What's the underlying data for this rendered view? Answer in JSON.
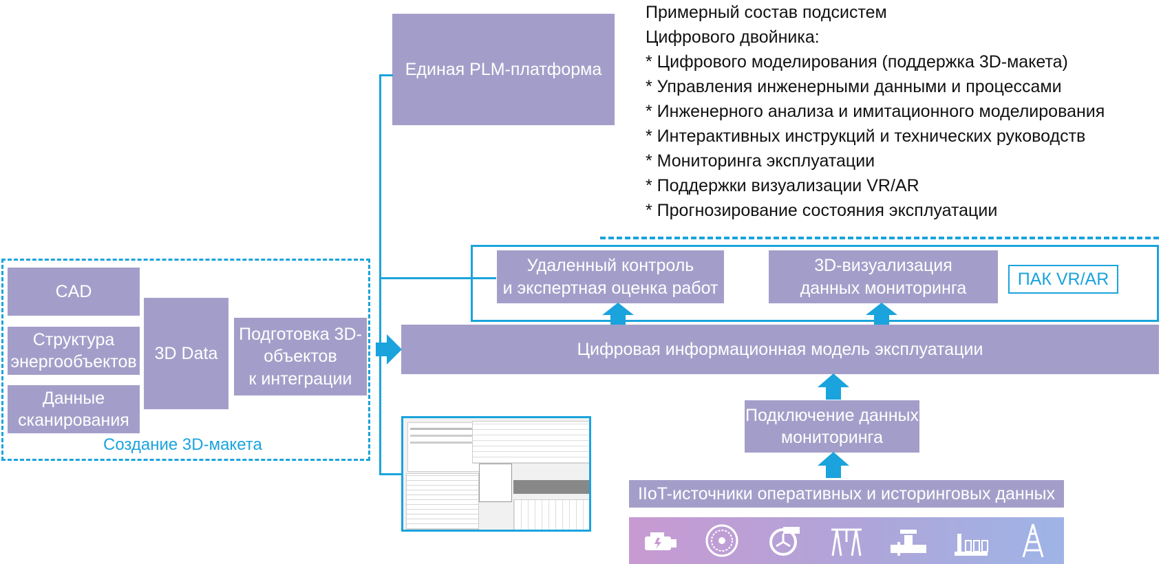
{
  "notes": {
    "title_line1": "Примерный состав подсистем",
    "title_line2": "Цифрового двойника:",
    "items": [
      "* Цифрового моделирования (поддержка 3D-макета)",
      "* Управления инженерными данными и процессами",
      "* Инженерного анализа и имитационного моделирования",
      "* Интерактивных инструкций и технических руководств",
      "* Мониторинга эксплуатации",
      "* Поддержки визуализации VR/AR",
      "* Прогнозирование состояния эксплуатации"
    ]
  },
  "plm": {
    "label": "Единая PLM-платформа"
  },
  "model3d": {
    "group_label": "Создание 3D-макета",
    "cad": "CAD",
    "structure": "Структура\nэнергообъектов",
    "scan": "Данные\nсканирования",
    "data3d": "3D Data",
    "prep": "Подготовка 3D-\nобъектов\nк интеграции"
  },
  "vr": {
    "remote": "Удаленный контроль\nи экспертная оценка работ",
    "visual": "3D-визуализация\nданных мониторинга",
    "pak": "ПАК VR/AR"
  },
  "cimo": {
    "label": "Цифровая информационная модель эксплуатации"
  },
  "monitoring": {
    "label": "Подключение данных\nмониторинга"
  },
  "iiot": {
    "label": "IIoT-источники оперативных и историнговых данных"
  },
  "icons": [
    "engine-icon",
    "turbine-icon",
    "pump-icon",
    "power-line-icon",
    "valve-pipe-icon",
    "factory-icon",
    "oil-rig-icon"
  ],
  "colors": {
    "box": "#a39ec9",
    "accent": "#1aa3dc",
    "text": "#111111"
  }
}
